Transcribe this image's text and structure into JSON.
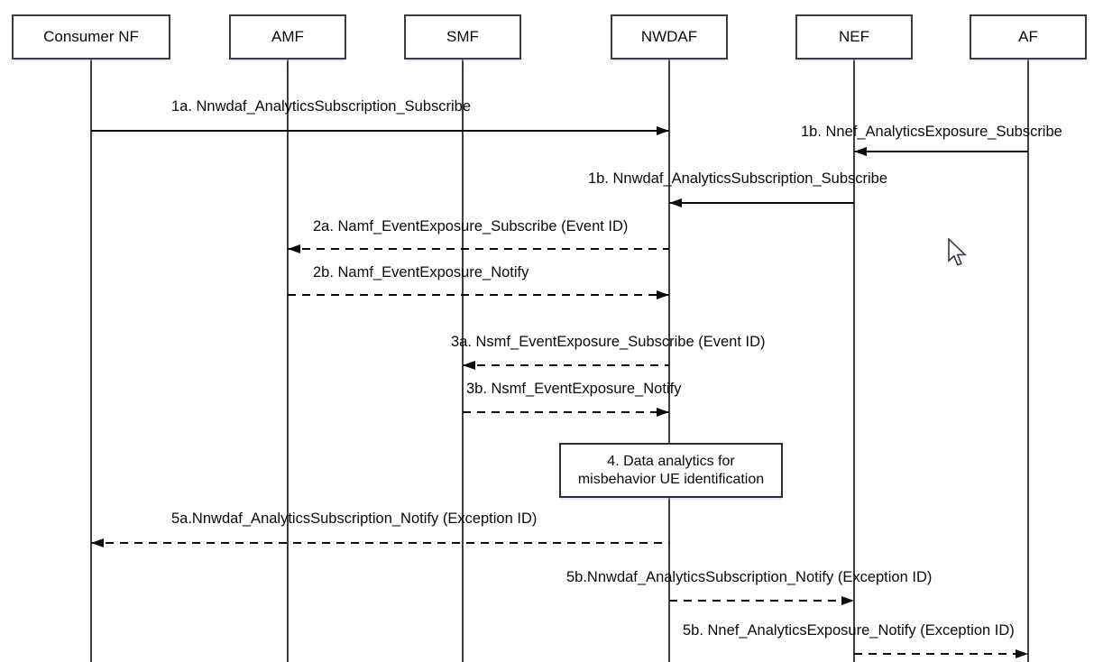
{
  "diagram": {
    "type": "sequence-diagram",
    "actors": [
      {
        "id": "consumer-nf",
        "label": "Consumer NF"
      },
      {
        "id": "amf",
        "label": "AMF"
      },
      {
        "id": "smf",
        "label": "SMF"
      },
      {
        "id": "nwdaf",
        "label": "NWDAF"
      },
      {
        "id": "nef",
        "label": "NEF"
      },
      {
        "id": "af",
        "label": "AF"
      }
    ],
    "messages": [
      {
        "step": "1a",
        "label": "1a. Nnwdaf_AnalyticsSubscription_Subscribe",
        "from": "Consumer NF",
        "to": "NWDAF",
        "line_style": "solid"
      },
      {
        "step": "1b",
        "label": "1b. Nnef_AnalyticsExposure_Subscribe",
        "from": "AF",
        "to": "NEF",
        "line_style": "solid"
      },
      {
        "step": "1b",
        "label": "1b. Nnwdaf_AnalyticsSubscription_Subscribe",
        "from": "NEF",
        "to": "NWDAF",
        "line_style": "solid"
      },
      {
        "step": "2a",
        "label": "2a. Namf_EventExposure_Subscribe (Event ID)",
        "from": "NWDAF",
        "to": "AMF",
        "line_style": "dashed"
      },
      {
        "step": "2b",
        "label": "2b. Namf_EventExposure_Notify",
        "from": "AMF",
        "to": "NWDAF",
        "line_style": "dashed"
      },
      {
        "step": "3a",
        "label": "3a. Nsmf_EventExposure_Subscribe (Event ID)",
        "from": "NWDAF",
        "to": "SMF",
        "line_style": "dashed"
      },
      {
        "step": "3b",
        "label": "3b. Nsmf_EventExposure_Notify",
        "from": "SMF",
        "to": "NWDAF",
        "line_style": "dashed"
      },
      {
        "step": "5a",
        "label": "5a.Nnwdaf_AnalyticsSubscription_Notify (Exception ID)",
        "from": "NWDAF",
        "to": "Consumer NF",
        "line_style": "dashed"
      },
      {
        "step": "5b",
        "label": "5b.Nnwdaf_AnalyticsSubscription_Notify (Exception ID)",
        "from": "NWDAF",
        "to": "NEF",
        "line_style": "dashed"
      },
      {
        "step": "5b",
        "label": "5b. Nnef_AnalyticsExposure_Notify (Exception ID)",
        "from": "NEF",
        "to": "AF",
        "line_style": "dashed"
      }
    ],
    "process_box": {
      "step": "4",
      "line1": "4. Data analytics for",
      "line2": "misbehavior UE identification",
      "actor": "NWDAF"
    },
    "colors": {
      "background": "#ffffff",
      "line": "#0c0c0c",
      "box_border": "#3c3c3c",
      "text": "#0a0a0a"
    },
    "cursor": {
      "type": "arrow-pointer"
    }
  }
}
